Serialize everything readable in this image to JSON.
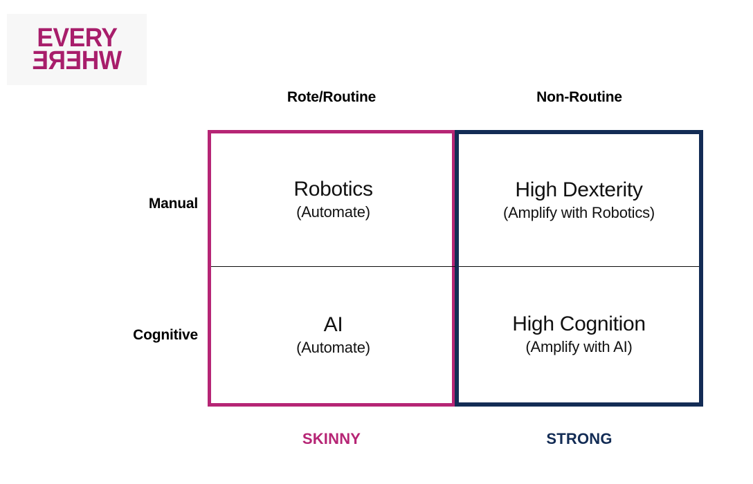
{
  "logo": {
    "name": "everywhere-logo",
    "word_top": "EVERY",
    "word_bottom": "WHERE",
    "color": "#A81E6B",
    "plate_background": "#F7F7F7"
  },
  "colors": {
    "skinny_magenta": "#B62575",
    "strong_navy": "#132C55",
    "text_black": "#111111",
    "divider": "#0B0B0B",
    "page_background": "#FFFFFF"
  },
  "matrix": {
    "column_headers": [
      {
        "id": "rote-routine",
        "label": "Rote/Routine"
      },
      {
        "id": "non-routine",
        "label": "Non-Routine"
      }
    ],
    "row_headers": [
      {
        "id": "manual",
        "label": "Manual"
      },
      {
        "id": "cognitive",
        "label": "Cognitive"
      }
    ],
    "cells": [
      {
        "id": "robotics",
        "row": "Manual",
        "column": "Rote/Routine",
        "title": "Robotics",
        "subtitle": "(Automate)",
        "group": "SKINNY"
      },
      {
        "id": "high-dexterity",
        "row": "Manual",
        "column": "Non-Routine",
        "title": "High Dexterity",
        "subtitle": "(Amplify with Robotics)",
        "group": "STRONG"
      },
      {
        "id": "ai",
        "row": "Cognitive",
        "column": "Rote/Routine",
        "title": "AI",
        "subtitle": "(Automate)",
        "group": "SKINNY"
      },
      {
        "id": "high-cognition",
        "row": "Cognitive",
        "column": "Non-Routine",
        "title": "High Cognition",
        "subtitle": "(Amplify with AI)",
        "group": "STRONG"
      }
    ],
    "footer_labels": [
      {
        "id": "skinny",
        "label": "SKINNY",
        "color": "#B62575",
        "column": "Rote/Routine"
      },
      {
        "id": "strong",
        "label": "STRONG",
        "color": "#132C55",
        "column": "Non-Routine"
      }
    ]
  },
  "chart_data": {
    "type": "table",
    "title": "",
    "xlabel": "",
    "ylabel": "",
    "columns": [
      "Rote/Routine",
      "Non-Routine"
    ],
    "rows": [
      "Manual",
      "Cognitive"
    ],
    "cells": [
      [
        "Robotics (Automate)",
        "High Dexterity (Amplify with Robotics)"
      ],
      [
        "AI (Automate)",
        "High Cognition (Amplify with AI)"
      ]
    ],
    "column_annotations": [
      "SKINNY",
      "STRONG"
    ],
    "legend": [],
    "grid": true
  }
}
